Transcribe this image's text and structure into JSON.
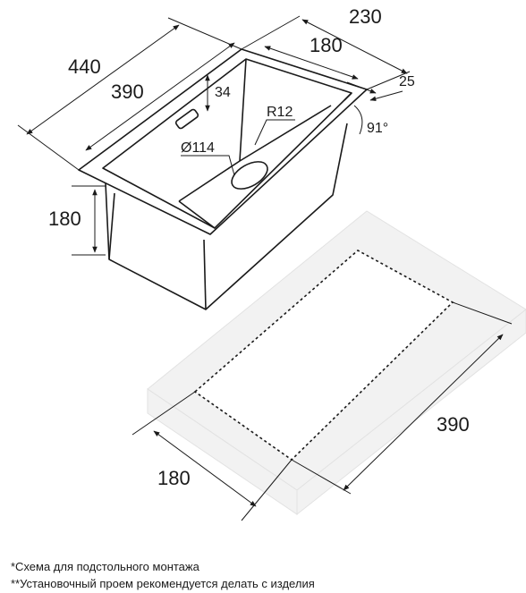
{
  "sink": {
    "total_length": "440",
    "inner_length": "390",
    "total_width": "230",
    "inner_width": "180",
    "rim_width": "25",
    "height": "180",
    "overflow_offset": "34",
    "corner_radius": "R12",
    "drain_diameter": "Ø114",
    "wall_angle": "91°"
  },
  "cutout": {
    "length": "390",
    "width": "180"
  },
  "notes": [
    "*Схема для подстольного монтажа",
    "**Установочный проем рекомендуется делать с изделия"
  ],
  "colors": {
    "line": "#1a1a1a",
    "slab_fill": "#f2f2f2",
    "slab_edge": "#e2e2e2"
  }
}
